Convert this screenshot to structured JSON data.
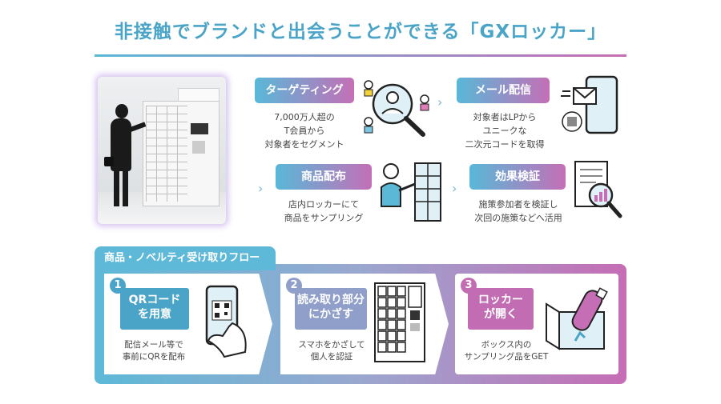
{
  "title": "非接触でブランドと出会うことができる「GXロッカー」",
  "steps": {
    "targeting": {
      "label": "ターゲティング",
      "desc1": "7,000万人超の",
      "desc2": "T会員から",
      "desc3": "対象者をセグメント"
    },
    "mail": {
      "label": "メール配信",
      "desc1": "対象者はLPから",
      "desc2": "ユニークな",
      "desc3": "二次元コードを取得"
    },
    "distribution": {
      "label": "商品配布",
      "desc1": "店内ロッカーにて",
      "desc2": "商品をサンプリング"
    },
    "verification": {
      "label": "効果検証",
      "desc1": "施策参加者を検証し",
      "desc2": "次回の施策などへ活用"
    }
  },
  "flow": {
    "heading": "商品・ノベルティ受け取りフロー",
    "items": [
      {
        "num": "1",
        "title1": "QRコード",
        "title2": "を用意",
        "desc1": "配信メール等で",
        "desc2": "事前にQRを配布",
        "color": "#4aa4c8"
      },
      {
        "num": "2",
        "title1": "読み取り部分",
        "title2": "にかざす",
        "desc1": "スマホをかざして",
        "desc2": "個人を認証",
        "color": "#8f9fc9"
      },
      {
        "num": "3",
        "title1": "ロッカー",
        "title2": "が開く",
        "desc1": "ボックス内の",
        "desc2": "サンプリング品をGET",
        "color": "#c26cb4"
      }
    ]
  },
  "colors": {
    "accent_blue": "#5bb8d6",
    "accent_pink": "#c66eb5"
  }
}
